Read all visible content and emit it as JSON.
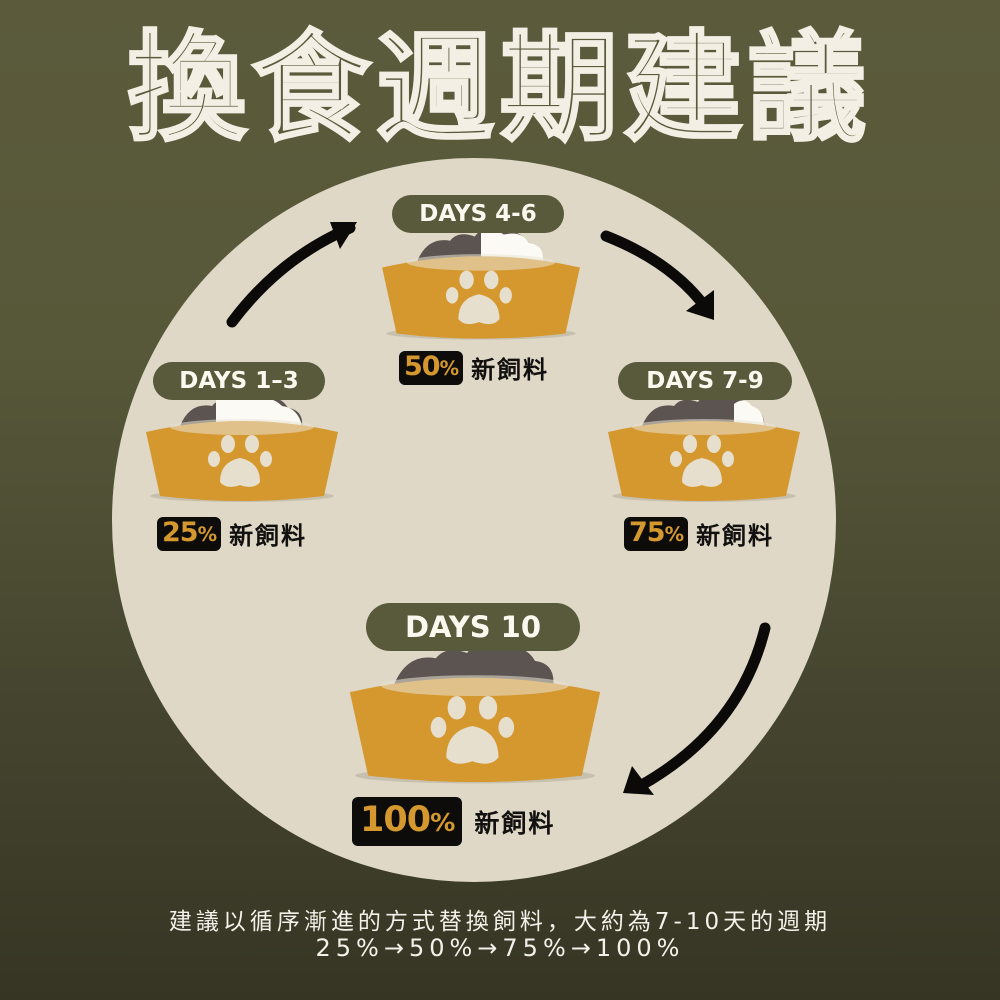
{
  "title": "換食週期建議",
  "colors": {
    "background_top": "#5b5b3c",
    "background_bottom": "#363524",
    "circle": "#dfd8c7",
    "pill": "#585a3b",
    "bowl": "#d4982f",
    "old_food": "#5b5450",
    "new_food": "#fbfaf5",
    "paw": "#e6dfcd",
    "percent_box": "#0d0c0a",
    "percent_text": "#d4982f"
  },
  "stages": [
    {
      "days": "DAYS 1–3",
      "percent": "25",
      "percent_sign": "%",
      "label": "新飼料",
      "new_food_ratio": 0.25
    },
    {
      "days": "DAYS 4-6",
      "percent": "50",
      "percent_sign": "%",
      "label": "新飼料",
      "new_food_ratio": 0.5
    },
    {
      "days": "DAYS 7-9",
      "percent": "75",
      "percent_sign": "%",
      "label": "新飼料",
      "new_food_ratio": 0.75
    },
    {
      "days": "DAYS 10",
      "percent": "100",
      "percent_sign": "%",
      "label": "新飼料",
      "new_food_ratio": 1.0
    }
  ],
  "icons": {
    "arrow": "curved-arrow-icon",
    "bowl": "pet-bowl-icon",
    "paw": "paw-print-icon"
  },
  "footer": {
    "line1": "建議以循序漸進的方式替換飼料，大約為7-10天的週期",
    "line2": "25%→50%→75%→100%"
  }
}
